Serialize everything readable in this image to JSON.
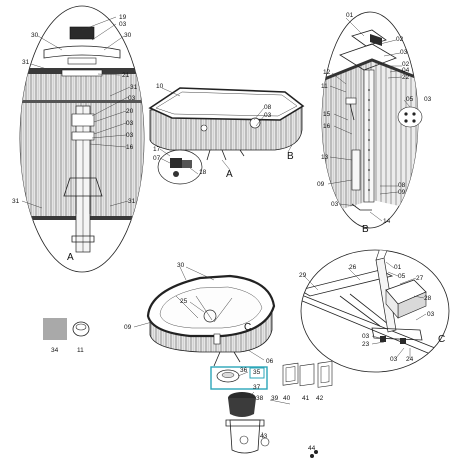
{
  "colors": {
    "line": "#222222",
    "wall_fill": "#e4e4e4",
    "wall_stripe": "#8c8c8c",
    "top_rail": "#3a3a3a",
    "swatch_grey": "#a9a9a9",
    "highlight_box": "#2aa6b8",
    "callout_fill": "#ffffff"
  },
  "top_left_callout": {
    "labels": {
      "l19": "19",
      "l03a": "03",
      "l30a": "30",
      "l30b": "30",
      "l31a": "31",
      "l21": "21",
      "l31b": "31",
      "l03b": "03",
      "l20": "20",
      "l03c": "03",
      "l03d": "03",
      "l16": "16",
      "l31c": "31",
      "l31d": "31"
    },
    "letter": "A"
  },
  "top_center_pool": {
    "labels": {
      "l10": "10",
      "l08": "08",
      "l03": "03",
      "l17": "17",
      "l07": "07",
      "l18": "18"
    },
    "letters": {
      "a": "A",
      "b": "B"
    }
  },
  "top_right_callout": {
    "labels": {
      "l01": "01",
      "l02a": "02",
      "l03a": "03",
      "l02b": "02",
      "l04": "04",
      "l22": "22",
      "l12": "12",
      "l11": "11",
      "l05": "05",
      "l03b": "03",
      "l15": "15",
      "l16": "16",
      "l13": "13",
      "l09a": "09",
      "l08": "08",
      "l09b": "09",
      "l03c": "03",
      "l14": "14"
    },
    "letter": "B"
  },
  "middle_pool": {
    "labels": {
      "l30": "30",
      "l09": "09",
      "l25": "25",
      "l06": "06"
    },
    "letter": "C"
  },
  "right_callout": {
    "labels": {
      "l29": "29",
      "l26": "26",
      "l01": "01",
      "l05": "05",
      "l27": "27",
      "l28": "28",
      "l03a": "03",
      "l03b": "03",
      "l23": "23",
      "l03c": "03",
      "l24": "24"
    },
    "letter": "C"
  },
  "accessories": {
    "l34": "34",
    "l11": "11"
  },
  "skimmer": {
    "labels": {
      "l36": "36",
      "l35": "35",
      "l37": "37",
      "l38": "38",
      "l39": "39",
      "l40": "40",
      "l41": "41",
      "l42": "42",
      "l43": "43",
      "l44": "44"
    }
  }
}
